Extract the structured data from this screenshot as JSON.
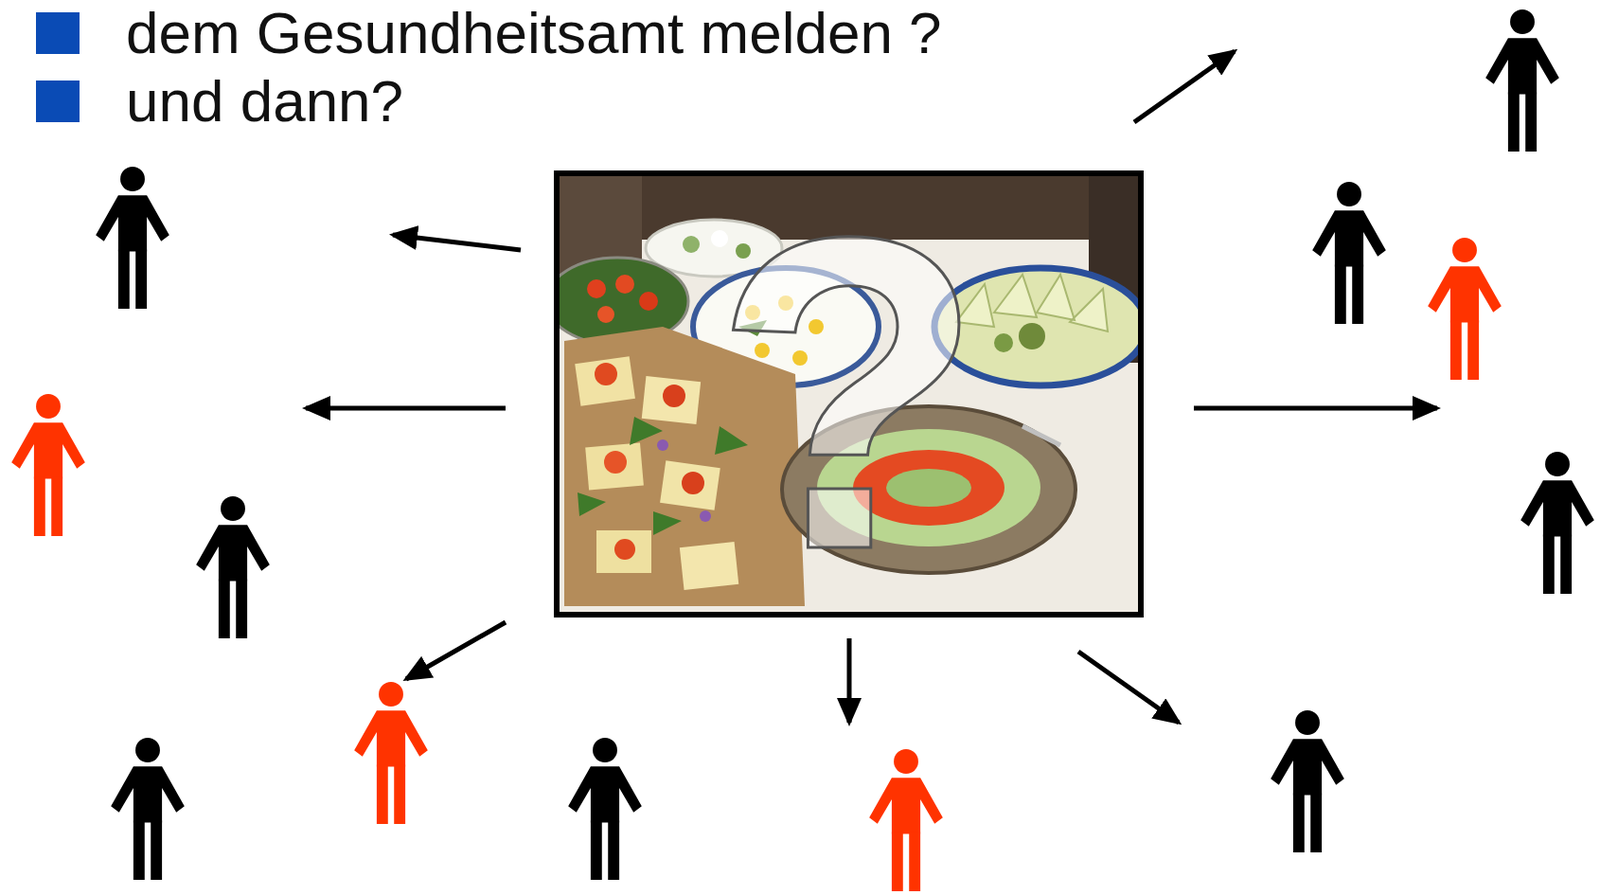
{
  "diagram": {
    "labels": [
      "dem Gesundheitsamt melden ?",
      "und dann?",
      "?"
    ]
  }
}
